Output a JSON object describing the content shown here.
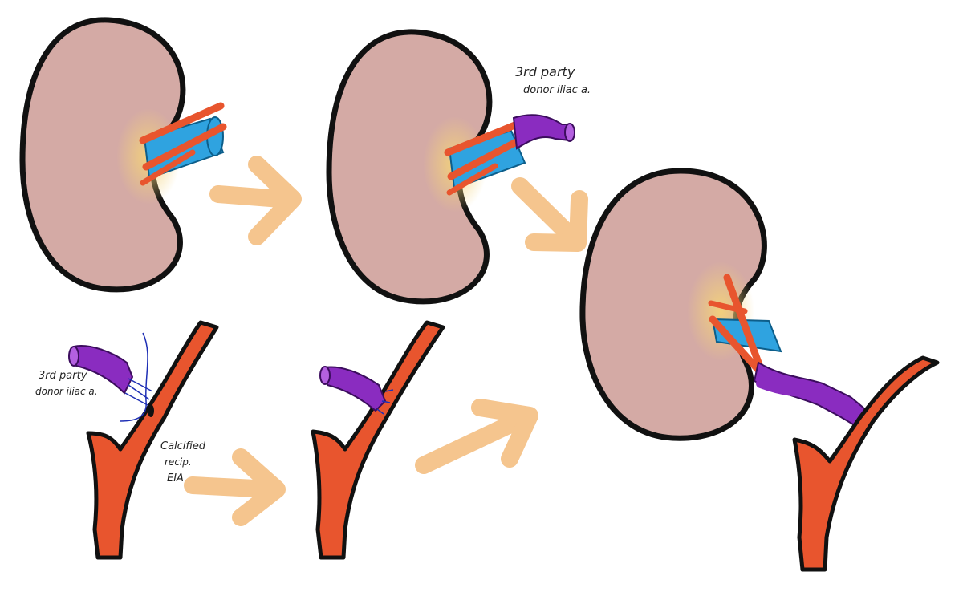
{
  "labels": {
    "third_party_top": [
      "3rd party",
      "donor iliac a."
    ],
    "third_party_bottom": [
      "3rd party",
      "donor iliac a."
    ],
    "calcified": [
      "Calcified",
      "recip.",
      "EIA"
    ]
  },
  "colors": {
    "kidney": "#d4aaa5",
    "outline": "#111111",
    "artery": "#e8552e",
    "vein": "#2fa3e0",
    "graft": "#8a2cc0",
    "arrow": "#f5c58e",
    "hilum_glow": "#f3d27a"
  }
}
